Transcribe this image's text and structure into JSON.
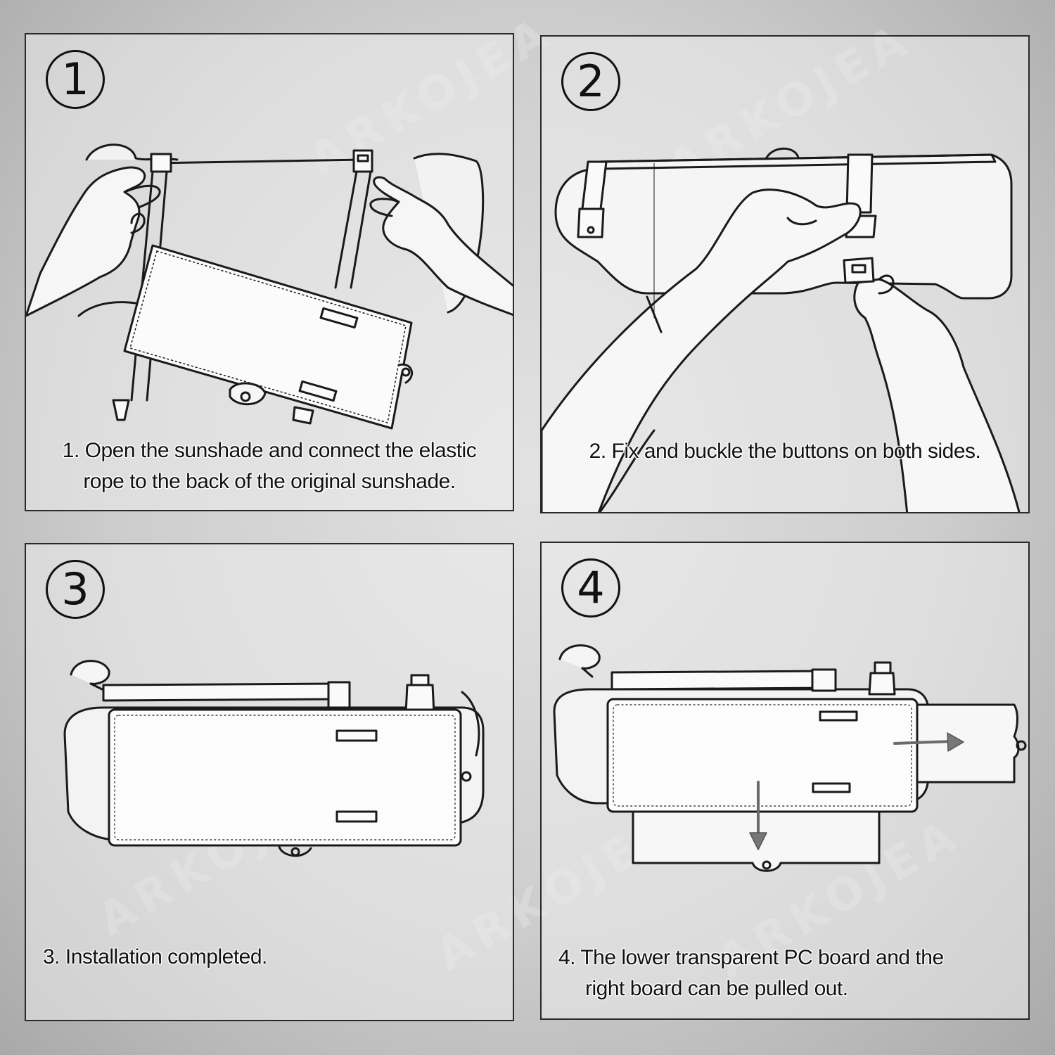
{
  "watermark": "ARKOJEA",
  "steps": [
    {
      "number": "1",
      "caption_line1": "1. Open the sunshade and connect the elastic",
      "caption_line2": "rope to the back of the original sunshade."
    },
    {
      "number": "2",
      "caption_line1": "2. Fix and buckle the buttons on both sides."
    },
    {
      "number": "3",
      "caption_line1": "3. Installation completed."
    },
    {
      "number": "4",
      "caption_line1": "4. The lower transparent PC board and the",
      "caption_line2": "right board can be pulled out."
    }
  ]
}
